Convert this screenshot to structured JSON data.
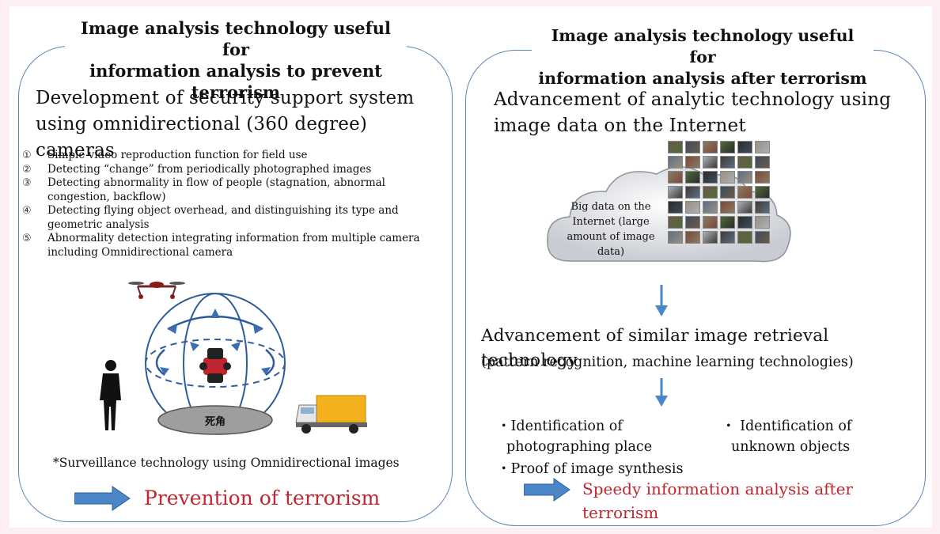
{
  "left": {
    "title_line1": "Image analysis technology useful for",
    "title_line2": "information analysis to prevent",
    "title_line3": "terrorism",
    "heading_line1": "Development of  security support system",
    "heading_line2": "using omnidirectional (360 degree) cameras",
    "items": [
      {
        "num": "①",
        "line1": "Simple video reproduction function for field use",
        "line2": ""
      },
      {
        "num": "②",
        "line1": "Detecting “change” from periodically photographed images",
        "line2": ""
      },
      {
        "num": "③",
        "line1": "Detecting abnormality in flow of people (stagnation, abnormal",
        "line2": "congestion, backflow)"
      },
      {
        "num": "④",
        "line1": "Detecting flying object overhead, and distinguishing its type and",
        "line2": "geometric analysis"
      },
      {
        "num": "⑤",
        "line1": "Abnormality detection integrating information from multiple camera",
        "line2": "including Omnidirectional camera"
      }
    ],
    "blind_spot_label": "死角",
    "caption": "*Surveillance technology using Omnidirectional images",
    "result": "Prevention of  terrorism"
  },
  "right": {
    "title_line1": "Image analysis technology useful for",
    "title_line2": "information analysis after terrorism",
    "heading_line1": "Advancement of  analytic technology using",
    "heading_line2": "image data on the Internet",
    "cloud_line1": "Big data on the",
    "cloud_line2": "Internet (large",
    "cloud_line3": "amount of image",
    "cloud_line4": "data)",
    "step2_line1": "Advancement of  similar image retrieval technology",
    "step2_line2": "(pattern recognition, machine learning technologies)",
    "bullet1_line1": "・Identification of",
    "bullet1_line2": "photographing place",
    "bullet2_line1": "・ Identification of",
    "bullet2_line2": "unknown objects",
    "bullet3": "・Proof  of  image synthesis",
    "result_line1": "Speedy information analysis after",
    "result_line2": "terrorism"
  },
  "colors": {
    "panel_border": "#5b84b5",
    "arrow_blue": "#4a86c8",
    "result_red": "#c0262d"
  }
}
